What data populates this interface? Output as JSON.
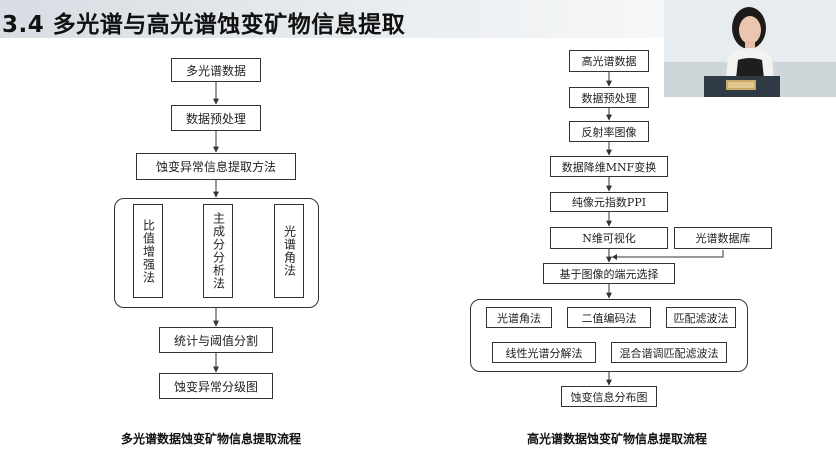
{
  "slide": {
    "title": "3.4 多光谱与高光谱蚀变矿物信息提取"
  },
  "left_flow": {
    "caption": "多光谱数据蚀变矿物信息提取流程",
    "steps": {
      "data": "多光谱数据",
      "preprocess": "数据预处理",
      "method": "蚀变异常信息提取方法",
      "ratio": "比值增强法",
      "pca": "主成分分析法",
      "sam": "光谱角法",
      "threshold": "统计与阈值分割",
      "classify": "蚀变异常分级图"
    }
  },
  "right_flow": {
    "caption": "高光谱数据蚀变矿物信息提取流程",
    "steps": {
      "data": "高光谱数据",
      "preprocess": "数据预处理",
      "reflectance": "反射率图像",
      "mnf": "数据降维MNF变换",
      "ppi": "纯像元指数PPI",
      "ndvis": "N维可视化",
      "library": "光谱数据库",
      "endmember": "基于图像的端元选择",
      "sam": "光谱角法",
      "binary": "二值编码法",
      "mf": "匹配滤波法",
      "unmix": "线性光谱分解法",
      "mtmf": "混合谐调匹配滤波法",
      "result": "蚀变信息分布图"
    }
  }
}
